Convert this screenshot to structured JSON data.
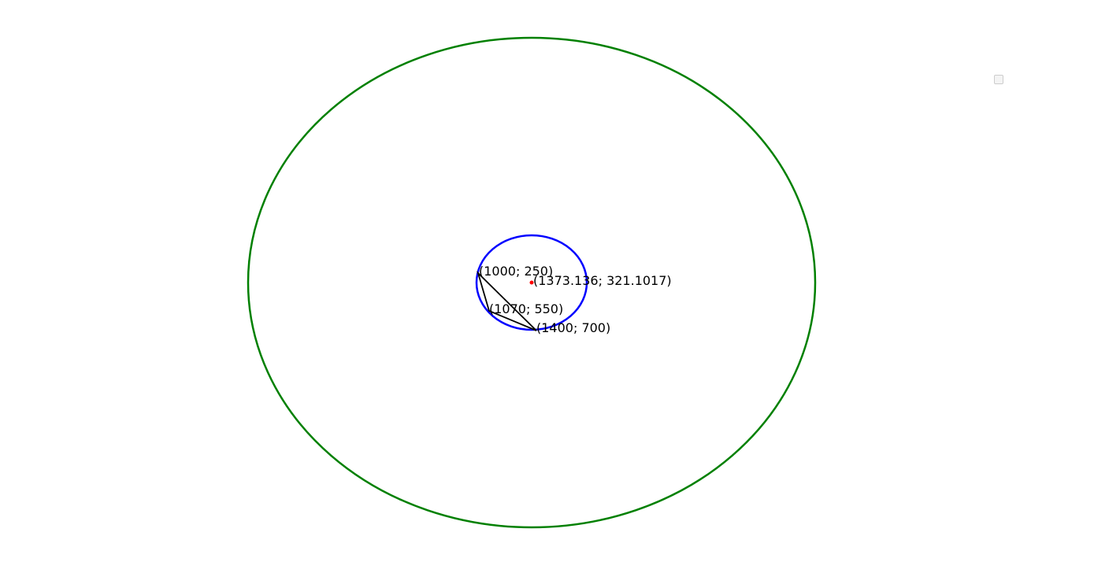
{
  "diagram": {
    "outer_circle": {
      "color": "#008000"
    },
    "inner_circle": {
      "color": "#0000ff"
    },
    "triangle": {
      "color": "#000000"
    },
    "center_point": {
      "color": "#ff0000",
      "label": "(1373.136; 321.1017)"
    },
    "vertices": [
      {
        "id": "a",
        "label": "(1000; 250)"
      },
      {
        "id": "b",
        "label": "(1070; 550)"
      },
      {
        "id": "c",
        "label": "(1400; 700)"
      }
    ]
  }
}
